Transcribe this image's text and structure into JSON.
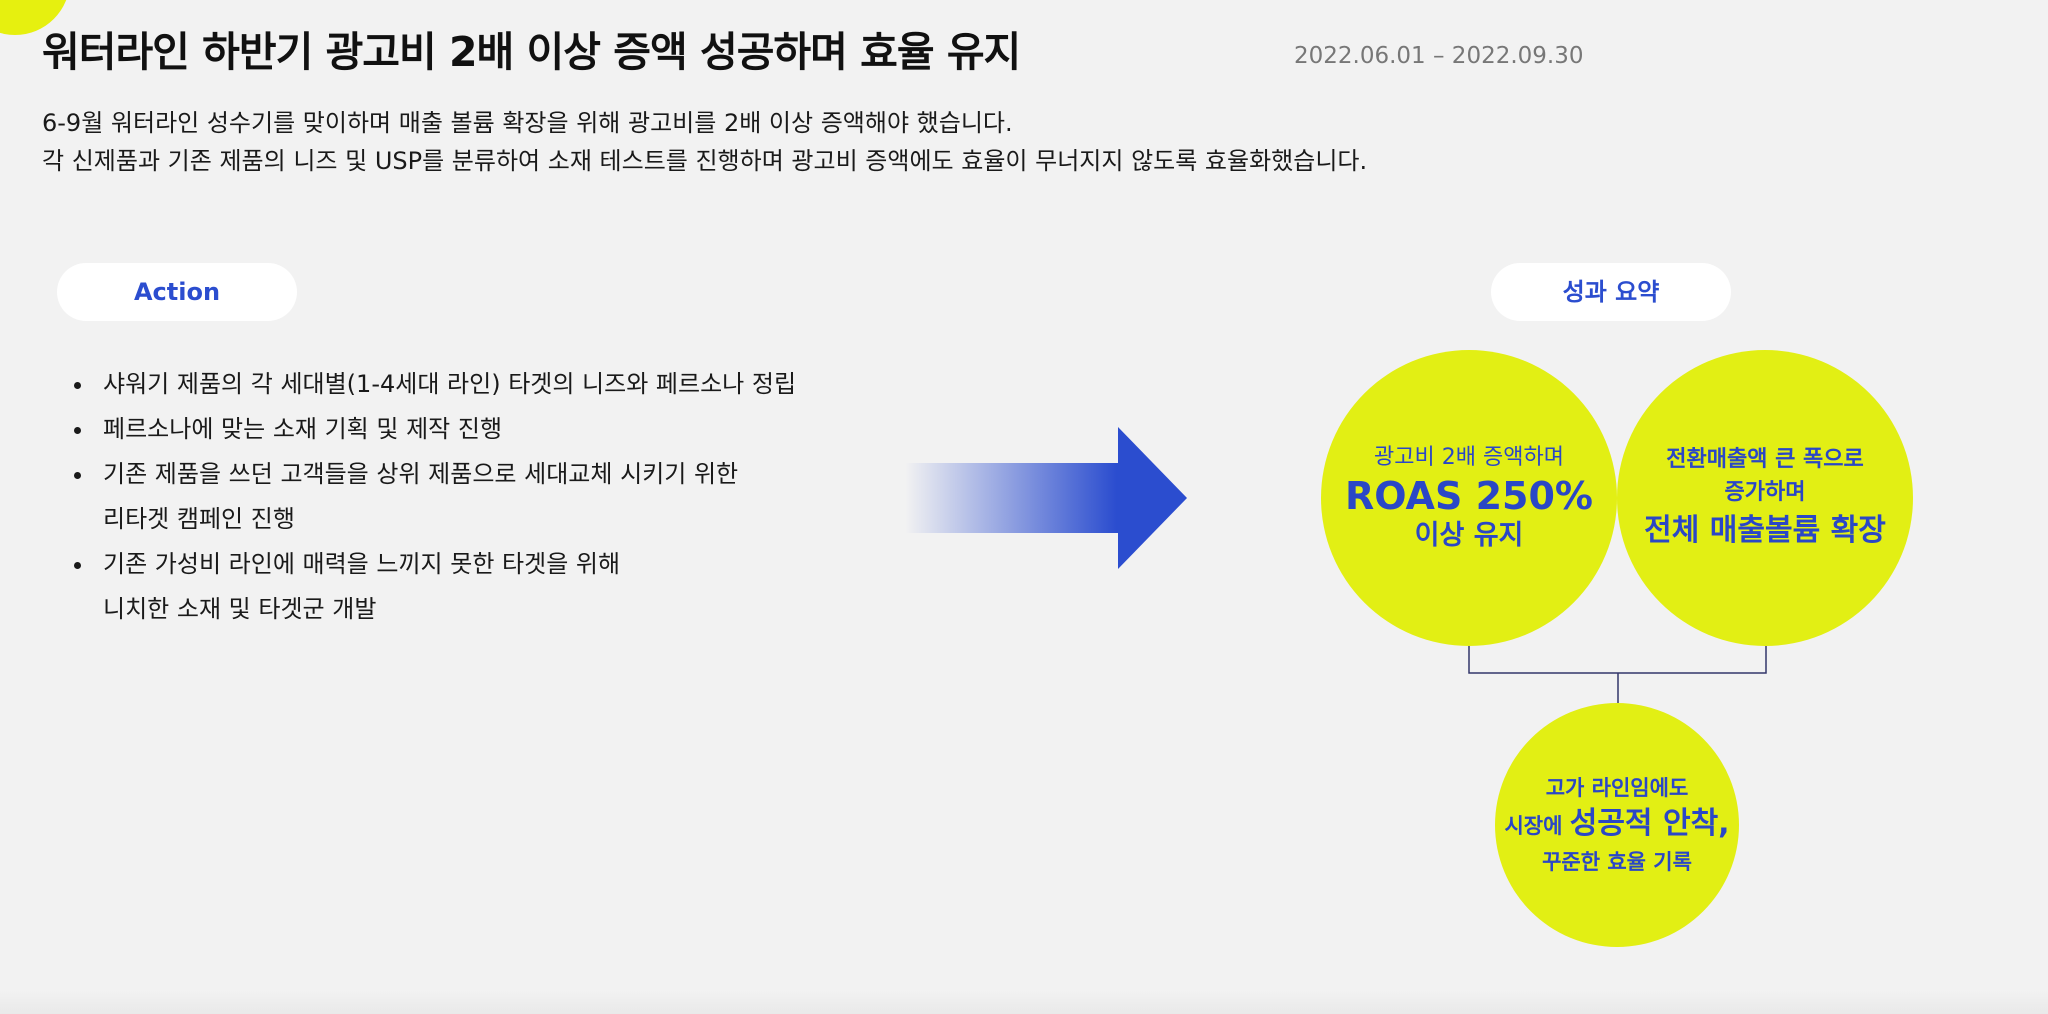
{
  "header": {
    "title": "워터라인 하반기 광고비 2배 이상 증액 성공하며 효율 유지",
    "period": "2022.06.01 – 2022.09.30"
  },
  "intro": {
    "line1": "6-9월 워터라인 성수기를 맞이하며 매출 볼륨 확장을 위해 광고비를 2배 이상 증액해야 했습니다.",
    "line2": "각 신제품과 기존 제품의 니즈 및 USP를 분류하여 소재 테스트를 진행하며 광고비 증액에도 효율이 무너지지 않도록 효율화했습니다."
  },
  "action": {
    "label": "Action",
    "items": [
      {
        "line1": "샤워기 제품의 각 세대별(1-4세대 라인) 타겟의 니즈와 페르소나 정립",
        "line2": ""
      },
      {
        "line1": "페르소나에 맞는 소재 기획 및 제작 진행",
        "line2": ""
      },
      {
        "line1": "기존 제품을 쓰던 고객들을 상위 제품으로 세대교체 시키기 위한",
        "line2": "리타겟 캠페인 진행"
      },
      {
        "line1": "기존 가성비 라인에 매력을 느끼지 못한 타겟을 위해",
        "line2": "니치한 소재 및 타겟군 개발"
      }
    ]
  },
  "arrow_icon": "right-arrow-gradient",
  "results": {
    "label": "성과 요약",
    "circle1": {
      "top": "광고비 2배 증액하며",
      "highlight": "ROAS 250%",
      "bottom": "이상 유지"
    },
    "circle2": {
      "line1": "전환매출액 큰 폭으로",
      "line2": "증가하며",
      "highlight": "전체 매출볼륨 확장"
    },
    "circle3": {
      "line1": "고가 라인임에도",
      "prefix": "시장에 ",
      "highlight": "성공적 안착,",
      "line3": "꾸준한 효율 기록"
    }
  },
  "colors": {
    "background": "#f2f2f2",
    "accent_blue": "#2b4dcf",
    "accent_yellow": "#e2ef14",
    "text": "#141414",
    "muted": "#777777"
  }
}
